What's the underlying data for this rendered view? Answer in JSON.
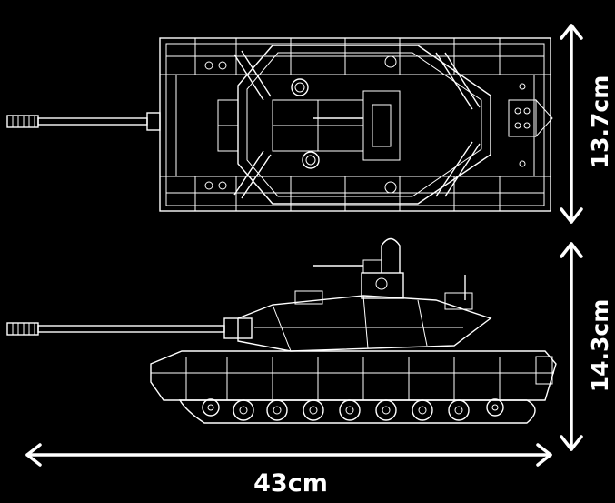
{
  "dimensions": {
    "top_view_width": "13.7cm",
    "side_view_height": "14.3cm",
    "overall_length": "43cm"
  },
  "colors": {
    "background": "#000000",
    "line": "#ffffff"
  }
}
